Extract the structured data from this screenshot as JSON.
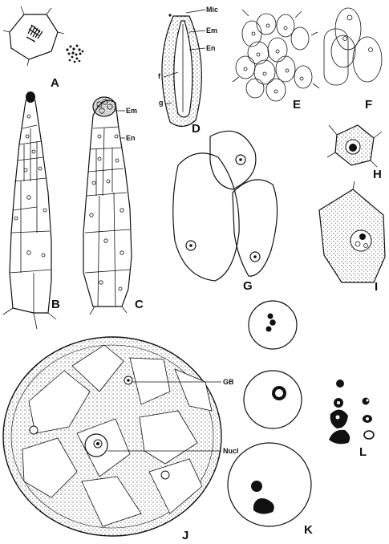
{
  "figure": {
    "panels": [
      {
        "id": "A",
        "label": "A"
      },
      {
        "id": "B",
        "label": "B"
      },
      {
        "id": "C",
        "label": "C"
      },
      {
        "id": "D",
        "label": "D"
      },
      {
        "id": "E",
        "label": "E"
      },
      {
        "id": "F",
        "label": "F"
      },
      {
        "id": "G",
        "label": "G"
      },
      {
        "id": "H",
        "label": "H"
      },
      {
        "id": "I",
        "label": "I"
      },
      {
        "id": "J",
        "label": "J"
      },
      {
        "id": "K",
        "label": "K"
      },
      {
        "id": "L",
        "label": "L"
      }
    ],
    "callouts": {
      "c_em": "Em",
      "c_en": "En",
      "d_mic": "Mic",
      "d_em": "Em",
      "d_en": "En",
      "d_f": "f",
      "d_g": "g",
      "j_gb": "GB",
      "j_nucl": "Nucl"
    }
  }
}
